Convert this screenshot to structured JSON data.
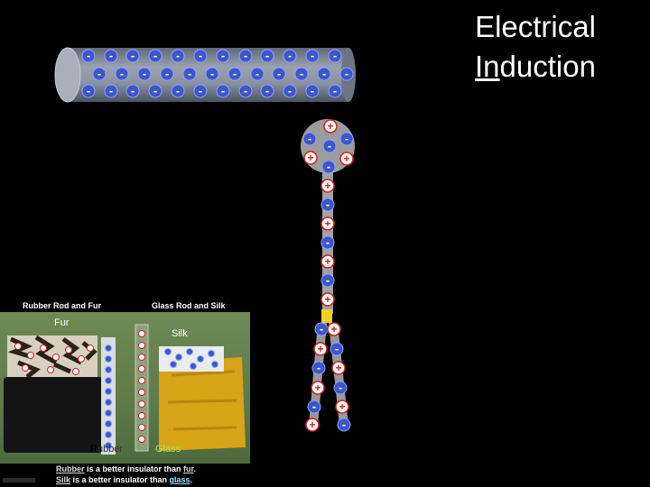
{
  "slide": {
    "title_line1": "Electrical",
    "title_line2_underlined": "In",
    "title_line2_rest": "duction",
    "caption_left": "Rubber Rod and Fur",
    "caption_right": "Glass Rod and Silk"
  },
  "photo": {
    "label_fur": "Fur",
    "label_silk": "Silk",
    "label_rubber_r": "R",
    "label_rubber_rest": "ubber",
    "label_glass": "Glass"
  },
  "notes": {
    "line1_a": "Rubber",
    "line1_b": " is a better insulator than ",
    "line1_c": "fur",
    "line1_d": ".",
    "line2_a": "Silk",
    "line2_b": " is a better insulator than ",
    "line2_c": "glass",
    "line2_d": "."
  },
  "symbols": {
    "neg": "-",
    "pos": "+"
  },
  "colors": {
    "negative_fill": "#3d56c9",
    "positive_fill": "#ffffff",
    "positive_ring": "#d02020",
    "rod_fill": "#8e96a6",
    "rod_edge": "#b8c0cc",
    "electroscope_fill": "#999999",
    "gold_block": "#f4d020"
  }
}
